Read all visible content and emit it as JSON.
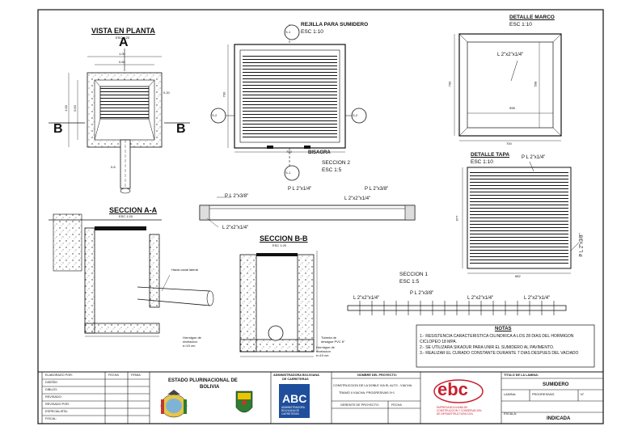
{
  "views": {
    "planta": {
      "title": "VISTA EN PLANTA",
      "scale": "ESC 1:20",
      "cut_a": "A",
      "cut_b_left": "B",
      "cut_b_right": "B",
      "dim_top1": "1.00",
      "dim_top2": "0.60",
      "dim_left1": "1.00",
      "dim_left2": "0.60",
      "dim_right": "0.20",
      "dim_pipe": "0.8"
    },
    "rejilla": {
      "title": "REJILLA PARA SUMIDERO",
      "scale": "ESC 1:10",
      "dim_side": "700",
      "dim_bottom": "700",
      "hinge": "BISAGRA",
      "mark_top": "S-1",
      "mark_left": "S-2",
      "mark_right": "S-2",
      "mark_bottom": "S-1"
    },
    "marco": {
      "title": "DETALLE MARCO",
      "scale": "ESC 1:10",
      "angle": "L 2\"x2\"x1/4\"",
      "dim_left": "700",
      "dim_inner_v": "598",
      "dim_inner_h": "598",
      "dim_bottom": "700"
    },
    "tapa": {
      "title": "DETALLE TAPA",
      "scale": "ESC 1:10",
      "plate_top": "P L 2\"x1/4\"",
      "dim_left": "677",
      "dim_bottom": "682",
      "plate_right": "P L 2\"x3/8\""
    },
    "seccion2": {
      "title": "SECCION 2",
      "scale": "ESC 1:5",
      "pl1": "P L 2\"x3/8\"",
      "pl2": "P L 2\"x1/4\"",
      "pl3": "P L 2\"x3/8\"",
      "angle1": "L 2\"x2\"x1/4\"",
      "angle2": "L 2\"x2\"x1/4\""
    },
    "seccion_aa": {
      "title": "SECCION A-A",
      "scale": "ESC 1:20",
      "note_canal": "Hacia canal lateral",
      "note_horm1": "Hormigon de",
      "note_horm2": "nivelacion",
      "note_horm3": "e=10 cm"
    },
    "seccion_bb": {
      "title": "SECCION B-B",
      "scale": "ESC 1:20",
      "note_tub1": "Tuberia de",
      "note_tub2": "desague PVC 8\"",
      "note_horm1": "Hormigon de",
      "note_horm2": "nivelacion",
      "note_horm3": "e=10 cm"
    },
    "seccion1": {
      "title": "SECCION 1",
      "scale": "ESC 1:5",
      "pl_top": "P L 2\"x3/8\"",
      "angle_left": "L 2\"x2\"x1/4\"",
      "angle_mid": "L 2\"x2\"x1/4\"",
      "angle_right": "L 2\"x2\"x1/4\""
    }
  },
  "notes": {
    "title": "NOTAS",
    "items": [
      "1.- RESISTENCIA CARACTERISTICA CILINDRICA A LOS 28 DIAS DEL HORMIGON",
      "CICLOPEO 18 MPA.",
      "2.- SE UTILIZARA SIKADUR PARA UNIR EL SUMIDERO AL PAVIMENTO.",
      "3.- REALIZAR EL CURADO CONSTANTE DURANTE 7 DIAS DESPUES DEL VACIADO"
    ]
  },
  "title_block": {
    "rows": [
      "ELABORADO POR:",
      "DISEÑO:",
      "DIBUJO:",
      "REVISADO:",
      "REVISADO POR:",
      "ESPECIALISTA:",
      "FISCAL:"
    ],
    "fecha": "FECHA",
    "firma": "FIRMA",
    "gov1": "ESTADO PLURINACIONAL DE",
    "gov2": "BOLIVIA",
    "abc_admin1": "ADMINISTRADORA BOLIVIANA",
    "abc_admin2": "DE CARRETERAS",
    "abc_logo": "ABC",
    "abc_sub1": "ADMINISTRADORA",
    "abc_sub2": "BOLIVIANA DE",
    "abc_sub3": "CARRETERAS",
    "project_label": "NOMBRE DEL PROYECTO:",
    "project_name": "CONSTRUCCION DE LA DOBLE VIA EL ALTO - VIACHA",
    "tramo": "TRAMO II VIACHA: PROGRESIVAS 0+1",
    "gerente": "GERENTE DE PROYECTO:",
    "gerente_fecha": "FECHA",
    "ebc_logo": "ebc",
    "ebc_sub1": "EMPRESA BOLIVIANA DE",
    "ebc_sub2": "CONSTRUCCION Y CONSERVACION",
    "ebc_sub3": "DE INFRAESTRUCTURA CIVIL",
    "sheet_title_label": "TITULO DE LA LAMINA:",
    "sheet_title": "SUMIDERO",
    "lamina": "LAMINA:",
    "progresivas": "PROGRESIVAS",
    "numero": "N°",
    "escala": "ESCALA:",
    "escala_value": "INDICADA"
  },
  "colors": {
    "line": "#111111",
    "ebc_red": "#c8202f",
    "abc_blue": "#1f4e9c",
    "gov_green": "#2e7d32",
    "gov_yellow": "#f2c200"
  }
}
